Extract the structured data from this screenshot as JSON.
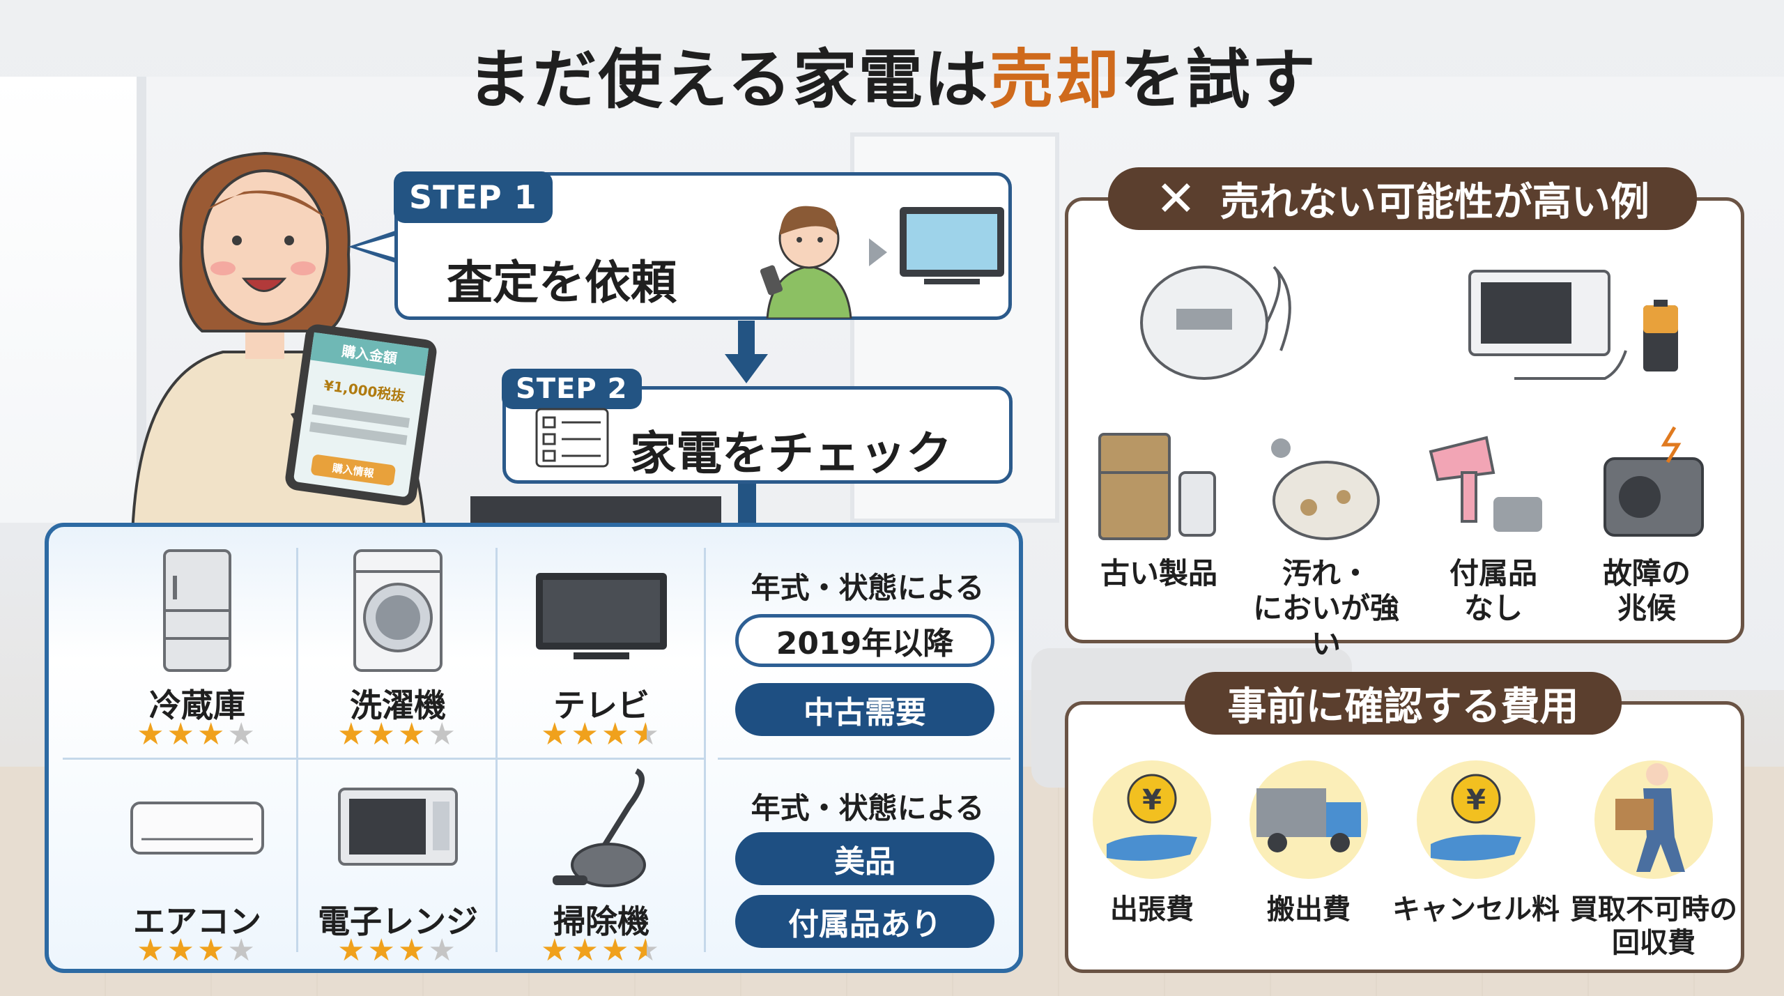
{
  "title": {
    "main": "まだ使える家電は",
    "accent": "売却",
    "rest": "を試す"
  },
  "steps": [
    {
      "tag": "STEP 1",
      "text": "査定を依頼"
    },
    {
      "tag": "STEP 2",
      "text": "家電をチェック"
    }
  ],
  "tablet": {
    "header": "購入金額",
    "amount": "¥1,000税抜",
    "button": "購入情報"
  },
  "appliances": [
    {
      "label": "冷蔵庫",
      "rating": 3
    },
    {
      "label": "洗濯機",
      "rating": 3
    },
    {
      "label": "テレビ",
      "rating": 3.5
    },
    {
      "label": "エアコン",
      "rating": 3
    },
    {
      "label": "電子レンジ",
      "rating": 3
    },
    {
      "label": "掃除機",
      "rating": 3.5
    }
  ],
  "conditions": {
    "group1": {
      "heading": "年式・状態による",
      "year": "2019年以降",
      "demand": "中古需要"
    },
    "group2": {
      "heading": "年式・状態による",
      "item1": "美品",
      "item2": "付属品あり"
    }
  },
  "unsellable": {
    "heading": "売れない可能性が高い例",
    "items": [
      {
        "line1": "古い製品",
        "line2": ""
      },
      {
        "line1": "汚れ・",
        "line2": "においが強い"
      },
      {
        "line1": "付属品",
        "line2": "なし"
      },
      {
        "line1": "故障の",
        "line2": "兆候"
      }
    ]
  },
  "costs": {
    "heading": "事前に確認する費用",
    "items": [
      {
        "line1": "出張費",
        "line2": ""
      },
      {
        "line1": "搬出費",
        "line2": ""
      },
      {
        "line1": "キャンセル料",
        "line2": ""
      },
      {
        "line1": "買取不可時の",
        "line2": "回収費"
      }
    ]
  },
  "colors": {
    "accent": "#cf6a1c",
    "navy": "#235483",
    "brown": "#5b3f2e",
    "star": "#f0a11c"
  }
}
